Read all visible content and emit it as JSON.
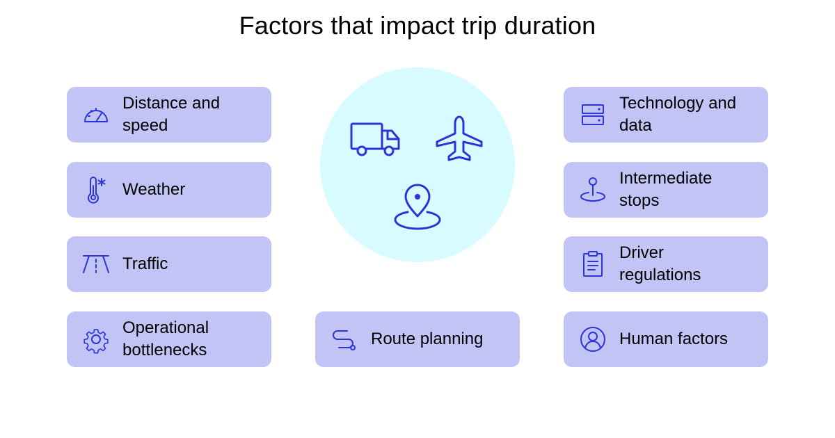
{
  "title": "Factors that impact trip duration",
  "colors": {
    "card": "#c1c4f4",
    "circle": "#d7fbfe",
    "icon": "#2c34d6",
    "text": "#000000"
  },
  "factors": {
    "distance": {
      "label": "Distance and\nspeed",
      "icon": "speedometer-icon"
    },
    "weather": {
      "label": "Weather",
      "icon": "thermometer-icon"
    },
    "traffic": {
      "label": "Traffic",
      "icon": "road-icon"
    },
    "operational": {
      "label": "Operational\nbottlenecks",
      "icon": "gear-icon"
    },
    "route": {
      "label": "Route planning",
      "icon": "route-icon"
    },
    "technology": {
      "label": "Technology and\ndata",
      "icon": "server-icon"
    },
    "stops": {
      "label": "Intermediate\nstops",
      "icon": "pin-stop-icon"
    },
    "regulations": {
      "label": "Driver\nregulations",
      "icon": "clipboard-icon"
    },
    "human": {
      "label": "Human factors",
      "icon": "user-circle-icon"
    }
  },
  "hub_icons": [
    "truck-icon",
    "airplane-icon",
    "location-pin-icon"
  ]
}
